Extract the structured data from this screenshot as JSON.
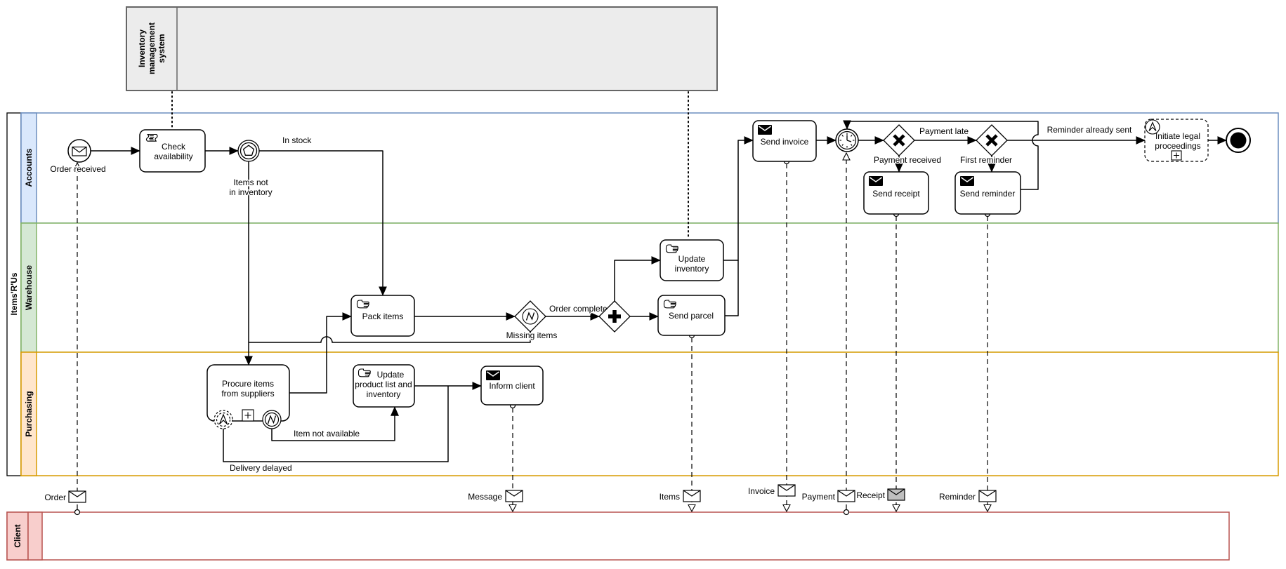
{
  "colors": {
    "lane_accounts_fill": "#dae8fc",
    "lane_accounts_border": "#6c8ebf",
    "lane_warehouse_fill": "#d5e8d4",
    "lane_warehouse_border": "#82b366",
    "lane_purchasing_fill": "#ffe6cc",
    "lane_purchasing_border": "#d79b00",
    "client_fill": "#f8cecc",
    "client_border": "#b85450",
    "inventory_fill": "#ececec",
    "inventory_border": "#666666",
    "gray_envelope_fill": "#bfbfbf"
  },
  "pools": {
    "inventory": {
      "label_lines": [
        "Inventory",
        "management",
        "system"
      ]
    },
    "main": {
      "label": "Items'R'Us",
      "lanes": [
        {
          "label": "Accounts"
        },
        {
          "label": "Warehouse"
        },
        {
          "label": "Purchasing"
        }
      ]
    },
    "client": {
      "label": "Client"
    }
  },
  "nodes": {
    "order_received": {
      "label": "Order received"
    },
    "check_availability": {
      "lines": [
        "Check",
        "availability"
      ]
    },
    "pack_items": {
      "label": "Pack items"
    },
    "update_inventory": {
      "lines": [
        "Update",
        "inventory"
      ]
    },
    "send_parcel": {
      "label": "Send parcel"
    },
    "send_invoice": {
      "label": "Send invoice"
    },
    "send_receipt": {
      "label": "Send receipt"
    },
    "send_reminder": {
      "label": "Send reminder"
    },
    "procure_items": {
      "lines": [
        "Procure items",
        "from suppliers"
      ]
    },
    "update_product_list": {
      "lines": [
        "Update",
        "product list and",
        "inventory"
      ]
    },
    "inform_client": {
      "label": "Inform client"
    },
    "initiate_legal": {
      "lines": [
        "Initiate legal",
        "proceedings"
      ]
    }
  },
  "flow": {
    "in_stock": "In stock",
    "items_not_in_inventory": [
      "Items not",
      "in inventory"
    ],
    "order_complete": "Order complete",
    "missing_items": "Missing items",
    "payment_late": "Payment late",
    "payment_received": "Payment received",
    "first_reminder": "First reminder",
    "reminder_already_sent": "Reminder already sent",
    "item_not_available": "Item not available",
    "delivery_delayed": "Delivery delayed"
  },
  "messages": {
    "order": "Order",
    "message": "Message",
    "items": "Items",
    "invoice": "Invoice",
    "payment": "Payment",
    "receipt": "Receipt",
    "reminder": "Reminder"
  }
}
